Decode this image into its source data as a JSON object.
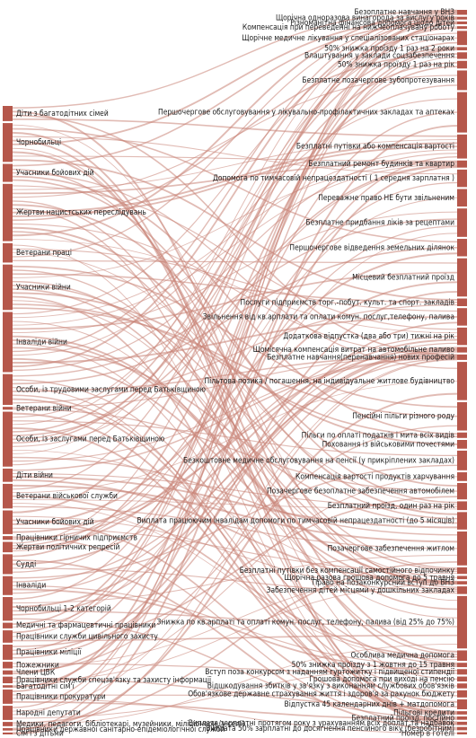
{
  "chart_data": {
    "type": "sankey",
    "colors": {
      "node": "#b5574b",
      "link": "#c98476",
      "text": "#1a1a1a"
    },
    "left_nodes": [
      {
        "id": "L0",
        "label": "Діти з багатодітних сімей",
        "weight": 3.2
      },
      {
        "id": "L1",
        "label": "Чорнобильці",
        "weight": 8.2
      },
      {
        "id": "L2",
        "label": "Учасники бойових дій",
        "weight": 3.8
      },
      {
        "id": "L3",
        "label": "Жертви нацистських переслідувань",
        "weight": 12.1
      },
      {
        "id": "L4",
        "label": "Ветерани праці",
        "weight": 4.1
      },
      {
        "id": "L5",
        "label": "Учасники війни",
        "weight": 9.6
      },
      {
        "id": "L6",
        "label": "Інваліди війни",
        "weight": 12.7
      },
      {
        "id": "L7",
        "label": "Особи, із трудовими заслугами перед Батьківщиною",
        "weight": 6.5
      },
      {
        "id": "L8",
        "label": "Ветерани війни",
        "weight": 0.6
      },
      {
        "id": "L9",
        "label": "Особи, із заслугами перед Батьківщиною",
        "weight": 11.6
      },
      {
        "id": "L10",
        "label": "Діти війни",
        "weight": 2.8
      },
      {
        "id": "L11",
        "label": "Ветерани військової служби",
        "weight": 5.2
      },
      {
        "id": "L12",
        "label": "Учасники бойових дій",
        "weight": 5.0
      },
      {
        "id": "L13",
        "label": "Працівники гірничих підприємств",
        "weight": 0.8
      },
      {
        "id": "L14",
        "label": "Жертви політичних репресій",
        "weight": 2.2
      },
      {
        "id": "L15",
        "label": "Судді",
        "weight": 4.2
      },
      {
        "id": "L16",
        "label": "Інваліди",
        "weight": 4.0
      },
      {
        "id": "L17",
        "label": "Чорнобильці 1-2 категорій",
        "weight": 5.0
      },
      {
        "id": "L18",
        "label": "Медичні та фармацевтичні працівники",
        "weight": 1.2
      },
      {
        "id": "L19",
        "label": "Працівники служби цивільного захисту",
        "weight": 2.6
      },
      {
        "id": "L20",
        "label": "Працівники міліції",
        "weight": 3.2
      },
      {
        "id": "L21",
        "label": "Пожежники",
        "weight": 1.4
      },
      {
        "id": "L22",
        "label": "Члени ЦВК",
        "weight": 0.9
      },
      {
        "id": "L23",
        "label": "Працівники служби спецзв'язку та захисту інформації",
        "weight": 1.4
      },
      {
        "id": "L24",
        "label": "Багатодітні сім'ї",
        "weight": 0.5
      },
      {
        "id": "L25",
        "label": "Працівники прокуратури",
        "weight": 3.0
      },
      {
        "id": "L26",
        "label": "Народні депутати",
        "weight": 3.0
      },
      {
        "id": "L27",
        "label": "Медики, педагоги, бібліотекарі, музейники, міліціонери (у селі)",
        "weight": 0.9
      },
      {
        "id": "L28",
        "label": "Працівники державної санітарно-епідеміологічної служби",
        "weight": 0.5
      },
      {
        "id": "L29",
        "label": "Сім'ї з дітьми",
        "weight": 0.4
      }
    ],
    "right_nodes": [
      {
        "id": "R0",
        "label": "Безоплатне навчання у ВНЗ",
        "weight": 0.9
      },
      {
        "id": "R1",
        "label": "Щорічна одноразова винагорода за вислугу років",
        "weight": 0.5
      },
      {
        "id": "R2",
        "label": "Різноманітна фінансова допомога щодо дітей",
        "weight": 0.5
      },
      {
        "id": "R3",
        "label": "Компенсація при переведенні на нижчеоплачувану роботу",
        "weight": 0.5
      },
      {
        "id": "R4",
        "label": "Щорічне медичне лікування у спеціалізованих стаціонарах",
        "weight": 2.6
      },
      {
        "id": "R5",
        "label": "50% знижка проїзду 1 раз на 2 роки",
        "weight": 0.6
      },
      {
        "id": "R6",
        "label": "Влаштування у заклади соцзабезпечення",
        "weight": 1.2
      },
      {
        "id": "R7",
        "label": "50% знижка проїзду 1 раз на рік",
        "weight": 1.4
      },
      {
        "id": "R8",
        "label": "Безплатне позачергове зубопротезування",
        "weight": 3.6
      },
      {
        "id": "R9",
        "label": "Першочергове обслуговування у лікувально-профілактичних закладах та аптеках",
        "weight": 7.4
      },
      {
        "id": "R10",
        "label": "Безплатні путівки або компенсація вартості",
        "weight": 4.4
      },
      {
        "id": "R11",
        "label": "Безплатний ремонт будинків та квартир",
        "weight": 1.3
      },
      {
        "id": "R12",
        "label": "Допомога по тимчасовій непрацездатності ( 1 середня зарплатня )",
        "weight": 3.2
      },
      {
        "id": "R13",
        "label": "Переважне право НЕ бути звільненим",
        "weight": 3.2
      },
      {
        "id": "R14",
        "label": "Безплатне придбання ліків за рецептами",
        "weight": 5.2
      },
      {
        "id": "R15",
        "label": "Першочергове відведення земельних ділянок",
        "weight": 3.2
      },
      {
        "id": "R16",
        "label": "Місцевий безплатний проїзд",
        "weight": 7.0
      },
      {
        "id": "R17",
        "label": "Послуги підприємств торг.-побут. культ. та спорт. закладів",
        "weight": 1.4
      },
      {
        "id": "R18",
        "label": "Звільнення від кв.арплати та оплати комун. послуг,телефону, палива",
        "weight": 3.2
      },
      {
        "id": "R19",
        "label": "Додаткова відпустка (два або три) тижні на рік",
        "weight": 3.2
      },
      {
        "id": "R20",
        "label": "Щомісячна компенсація витрат на автомобільне паливо",
        "weight": 1.0
      },
      {
        "id": "R21",
        "label": "Безплатне навчання(перенавчання) нових професій",
        "weight": 1.0
      },
      {
        "id": "R22",
        "label": "Пільтова позика / погашення, на індивідуальне житлове будівництво",
        "weight": 7.0
      },
      {
        "id": "R23",
        "label": "Пенсійні пільги різного роду",
        "weight": 5.2
      },
      {
        "id": "R24",
        "label": "Пільги по оплаті податків і мита всіх видів",
        "weight": 1.0
      },
      {
        "id": "R25",
        "label": "Поховання із військовими почестями",
        "weight": 1.6
      },
      {
        "id": "R26",
        "label": "Безкоштовне медичне обслуговування на пенсії (у прикріплених закладах)",
        "weight": 3.6
      },
      {
        "id": "R27",
        "label": "Компенсація вартості продуктів харчування",
        "weight": 1.6
      },
      {
        "id": "R28",
        "label": "Позачергове безоплатне забезпечення автомобілем",
        "weight": 3.0
      },
      {
        "id": "R29",
        "label": "Безплатний проїзд, один раз на рік",
        "weight": 1.6
      },
      {
        "id": "R30",
        "label": "Виплата працюючим інвалідам допомоги по тимчасовій непрацездатності (до 5 місяців)",
        "weight": 3.2
      },
      {
        "id": "R31",
        "label": "Позачергове забезпечення житлом",
        "weight": 6.2
      },
      {
        "id": "R32",
        "label": "Безплатні путівки без компенсації самостійного відпочинку",
        "weight": 1.2
      },
      {
        "id": "R33",
        "label": "Щорічна разова грошова допомога до 5 травня",
        "weight": 0.6
      },
      {
        "id": "R34",
        "label": "Право на позаконкурсний вступ до ВНЗ",
        "weight": 0.6
      },
      {
        "id": "R35",
        "label": "Забезпечення дітей місцями у дошкільних закладах",
        "weight": 1.4
      },
      {
        "id": "R36",
        "label": "Знижка по кв.арплаті та оплаті комун. послуг, телефону, палива (від 25% до 75%)",
        "weight": 9.6
      },
      {
        "id": "R37",
        "label": "Особлива медична допомога",
        "weight": 1.9
      },
      {
        "id": "R38",
        "label": "50% знижка проїзду з 1 жовтня до 15 травня",
        "weight": 0.8
      },
      {
        "id": "R39",
        "label": "Вступ поза конкурсом з наданням гуртожитку і підвищеної стипендії",
        "weight": 1.0
      },
      {
        "id": "R40",
        "label": "Грошова допомога при виході на пенсію",
        "weight": 0.9
      },
      {
        "id": "R41",
        "label": "Відшкодування збитків у зв'язку з виконанням службових обов'язків",
        "weight": 0.9
      },
      {
        "id": "R42",
        "label": "Обов'язкове державне страхування життя і здоров'я за рахунок бюджету",
        "weight": 1.3
      },
      {
        "id": "R43",
        "label": "Відпустка 45 календарних днів + матдопомога",
        "weight": 1.8
      },
      {
        "id": "R44",
        "label": "Пільгові кредити",
        "weight": 0.6
      },
      {
        "id": "R45",
        "label": "Безплатний проїзд, постійно",
        "weight": 0.6
      },
      {
        "id": "R46",
        "label": "Виплата зарплатні протягом року з урахуванням всіх доплат та надбавок",
        "weight": 0.6
      },
      {
        "id": "R47",
        "label": "Виплата 50% зарплатні до досягнення пенсійного віку (безробітним)",
        "weight": 0.6
      },
      {
        "id": "R48",
        "label": "Номер в готелі",
        "weight": 0.4
      }
    ]
  }
}
